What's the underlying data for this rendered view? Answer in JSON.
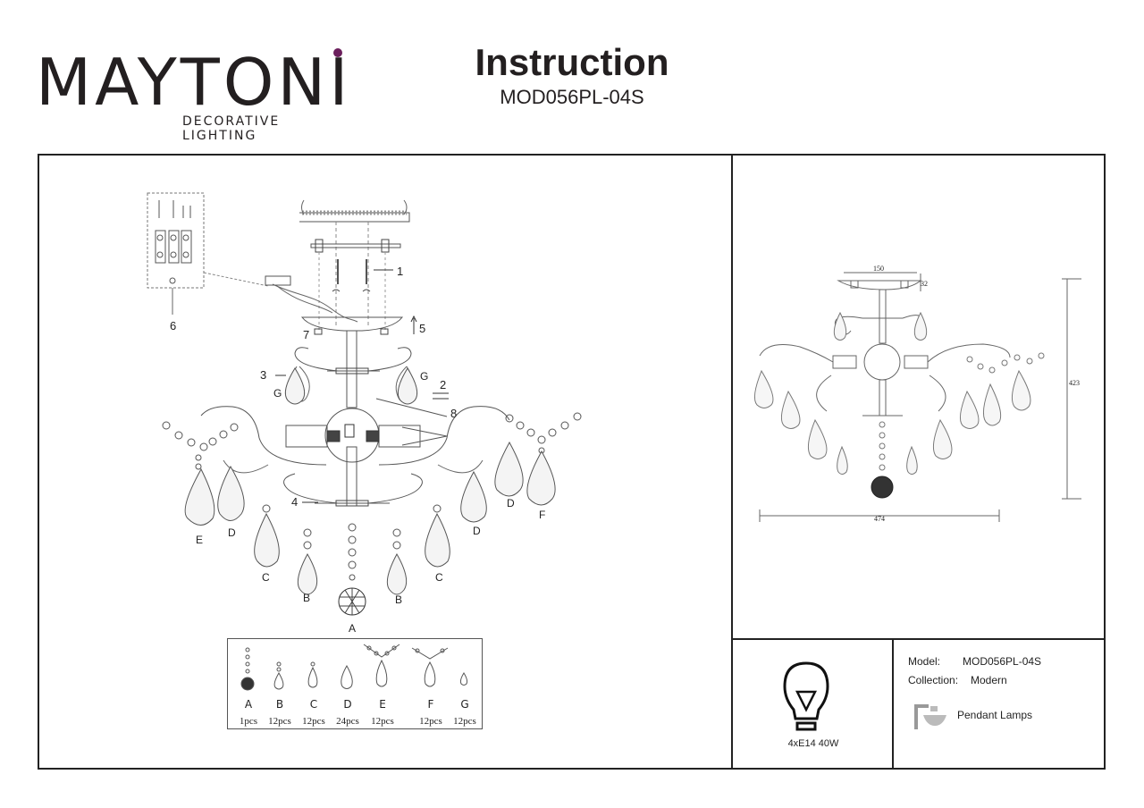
{
  "brand": {
    "name": "MAYTONI",
    "tagline": "DECORATIVE LIGHTING",
    "dot_color": "#6b1f5c"
  },
  "header": {
    "title": "Instruction",
    "model": "MOD056PL-04S"
  },
  "callouts": [
    "1",
    "2",
    "3",
    "4",
    "5",
    "6",
    "7",
    "8"
  ],
  "pendant_labels": {
    "A": "A",
    "B": "B",
    "C": "C",
    "D": "D",
    "E": "E",
    "F": "F",
    "G": "G"
  },
  "parts": [
    {
      "letter": "A",
      "qty": "1pcs"
    },
    {
      "letter": "B",
      "qty": "12pcs"
    },
    {
      "letter": "C",
      "qty": "12pcs"
    },
    {
      "letter": "D",
      "qty": "24pcs"
    },
    {
      "letter": "E",
      "qty": "12pcs"
    },
    {
      "letter": "F",
      "qty": "12pcs"
    },
    {
      "letter": "G",
      "qty": "12pcs"
    }
  ],
  "dimensions": {
    "canopy": "150",
    "canopy_height": "32",
    "height": "423",
    "width": "474"
  },
  "bulb": {
    "spec": "4xE14 40W"
  },
  "info": {
    "model_label": "Model:",
    "model_value": "MOD056PL-04S",
    "collection_label": "Collection:",
    "collection_value": "Modern",
    "type_label": "Pendant Lamps"
  }
}
